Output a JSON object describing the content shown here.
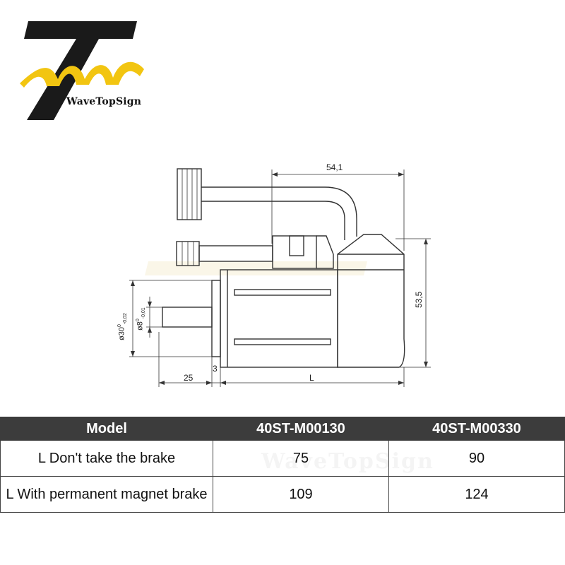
{
  "brand": {
    "name": "WaveTopSign",
    "colors": {
      "dark": "#1a1a1a",
      "accent": "#f2c511"
    }
  },
  "drawing": {
    "dimensions": {
      "length_total": "54,1",
      "height": "53,5",
      "shaft_offset": "25",
      "flange_thickness": "3",
      "length_label": "L",
      "flange_dia": "ø30",
      "flange_tol_upper": "0",
      "flange_tol_lower": "-0,02",
      "shaft_dia": "ø8",
      "shaft_tol_upper": "0",
      "shaft_tol_lower": "-0,01"
    }
  },
  "table": {
    "headers": [
      "Model",
      "40ST-M00130",
      "40ST-M00330"
    ],
    "rows": [
      {
        "label": "L Don't take the brake",
        "values": [
          "75",
          "90"
        ]
      },
      {
        "label": "L With permanent magnet brake",
        "values": [
          "109",
          "124"
        ]
      }
    ]
  }
}
